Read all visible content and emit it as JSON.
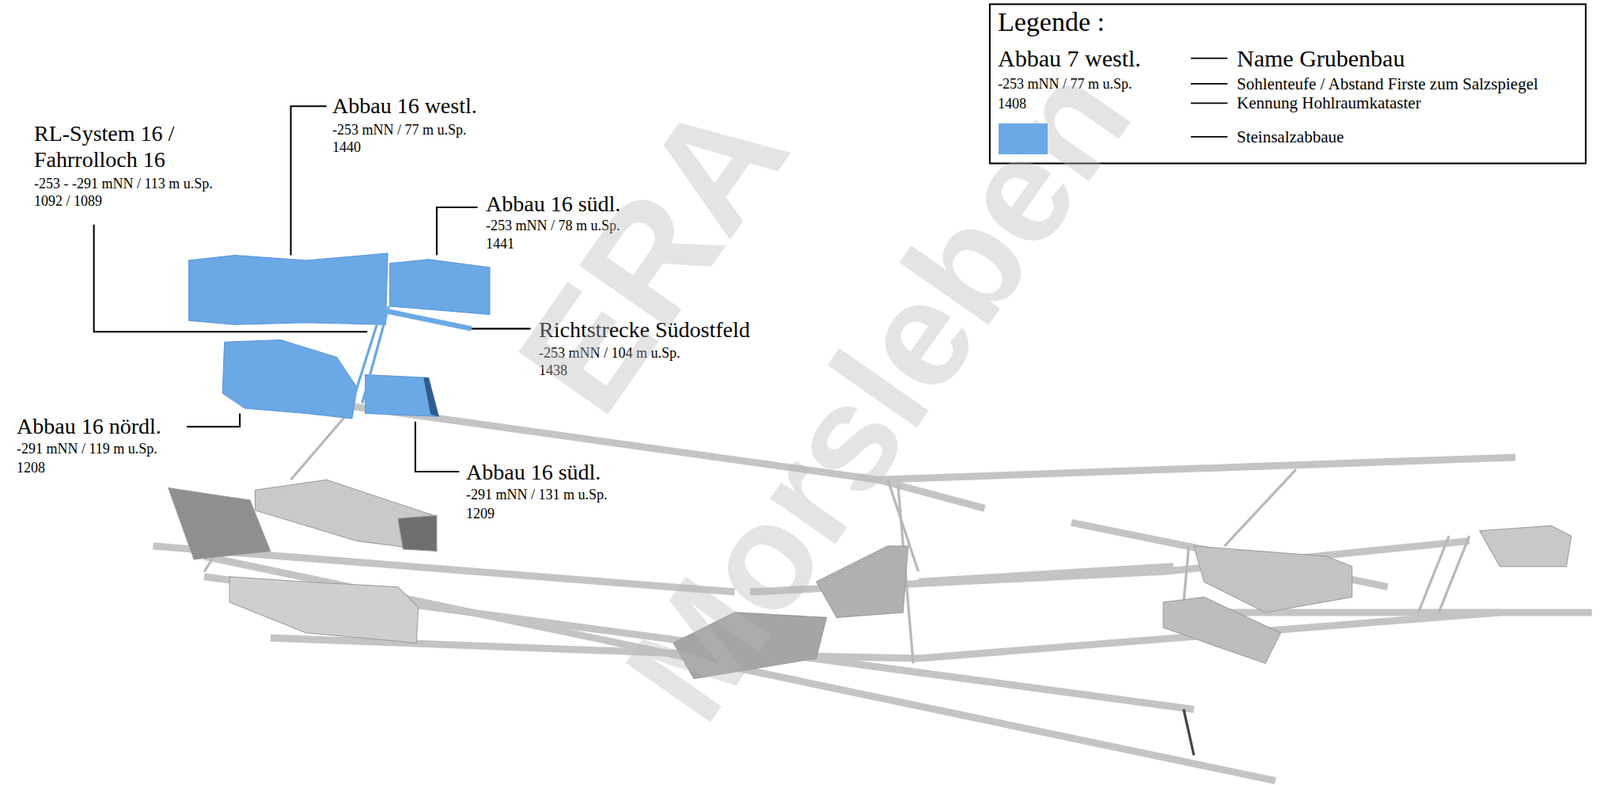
{
  "diagram": {
    "labels": [
      "Legende :",
      "Abbau 7 westl.",
      "-253 mNN / 77 m u.Sp.",
      "1408",
      "Abbau 16 westl.",
      "-253 mNN / 77 m u.Sp.",
      "1440",
      "RL-System 16 /",
      "Fahrrolloch 16",
      "-253 - -291 mNN / 113 m u.Sp.",
      "1092 / 1089",
      "Abbau 16 südl.",
      "-253 mNN / 78 m u.Sp.",
      "1441",
      "Richtstrecke Südostfeld",
      "-253 mNN / 104 m u.Sp.",
      "1438",
      "Abbau 16 nördl.",
      "-291 mNN / 119 m u.Sp.",
      "1208",
      "Abbau 16 südl.",
      "-291 mNN / 131 m u.Sp.",
      "1209",
      "ERA",
      "Morsleben"
    ],
    "legend": [
      {
        "text": "Name Grubenbau"
      },
      {
        "text": "Sohlenteufe / Abstand Firste zum Salzspiegel"
      },
      {
        "text": "Kennung Hohlraumkataster"
      },
      {
        "text": "Steinsalzabbaue",
        "color": "#6aa8e6"
      }
    ]
  }
}
